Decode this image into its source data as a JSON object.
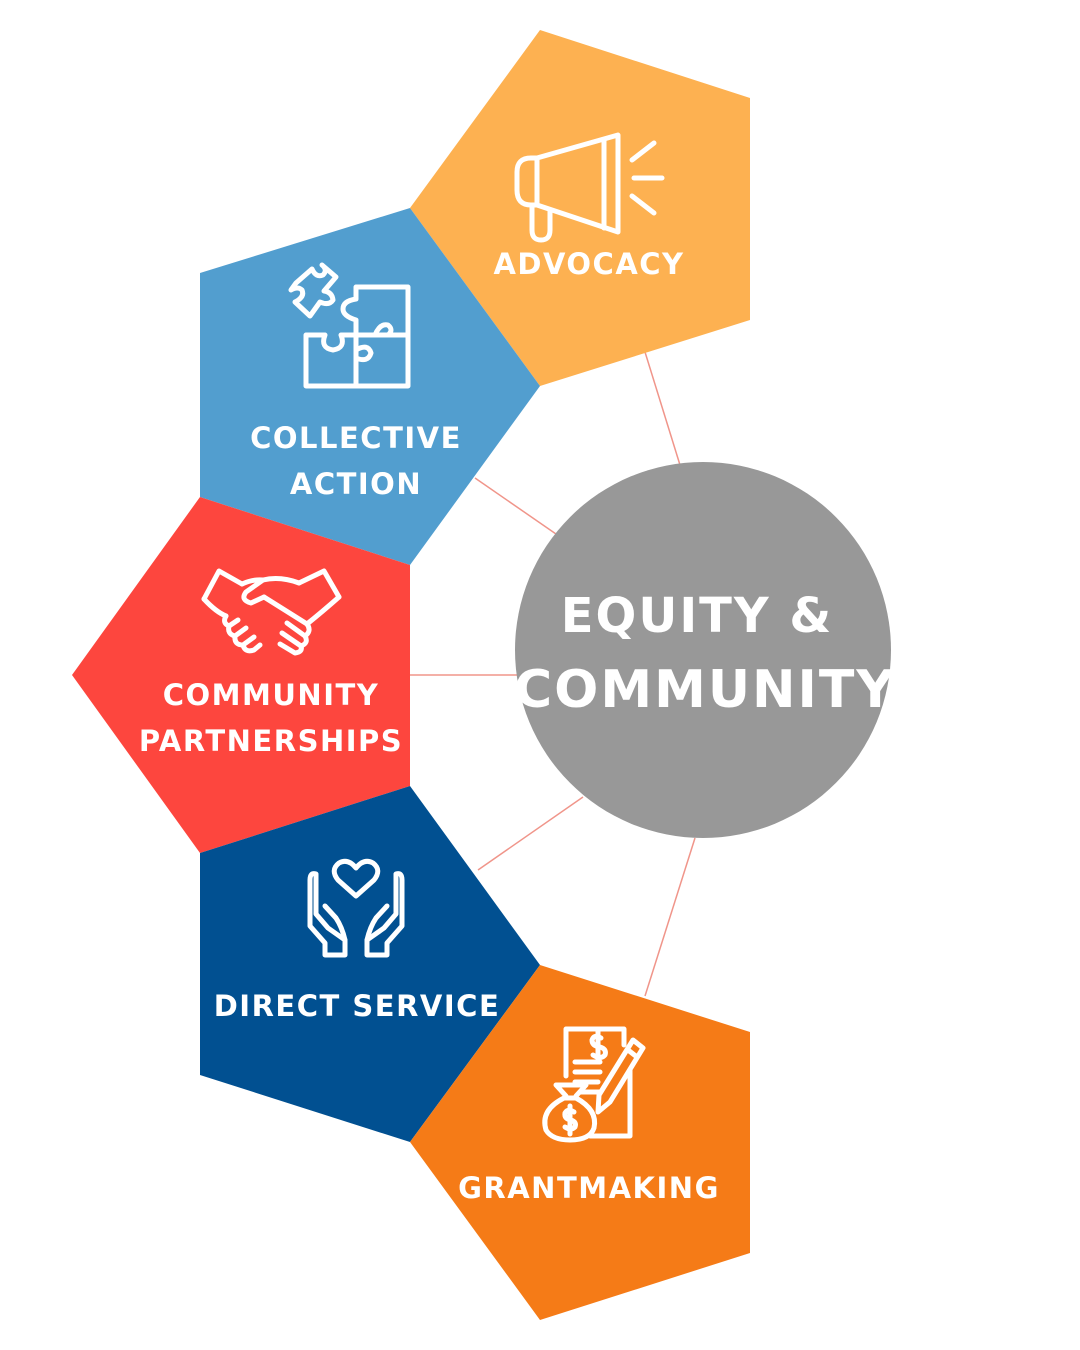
{
  "center": {
    "line1": "EQUITY &",
    "line2": "COMMUNITY"
  },
  "nodes": [
    {
      "id": "advocacy",
      "lines": [
        "ADVOCACY"
      ],
      "color": "#FDB151",
      "icon": "megaphone-icon"
    },
    {
      "id": "collective-action",
      "lines": [
        "COLLECTIVE",
        "ACTION"
      ],
      "color": "#529ECF",
      "icon": "puzzle-icon"
    },
    {
      "id": "community-partnerships",
      "lines": [
        "COMMUNITY",
        "PARTNERSHIPS"
      ],
      "color": "#FD463E",
      "icon": "handshake-icon"
    },
    {
      "id": "direct-service",
      "lines": [
        "DIRECT SERVICE"
      ],
      "color": "#015091",
      "icon": "hands-heart-icon"
    },
    {
      "id": "grantmaking",
      "lines": [
        "GRANTMAKING"
      ],
      "color": "#F57B17",
      "icon": "grant-document-icon"
    }
  ],
  "colors": {
    "center_circle": "#989898",
    "connector": "#F0958A"
  }
}
